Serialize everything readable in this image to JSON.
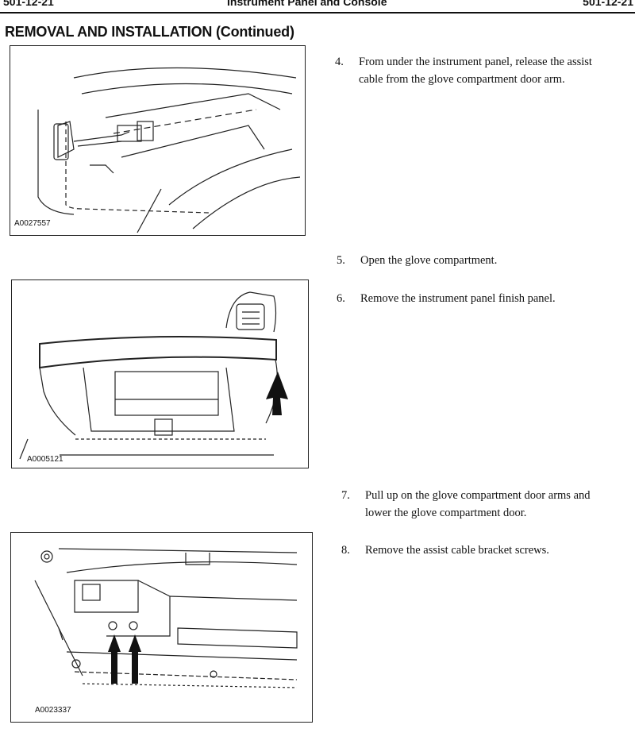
{
  "header": {
    "left_code": "501-12-21",
    "title": "Instrument Panel and Console",
    "right_code": "501-12-21"
  },
  "section_title": "REMOVAL AND INSTALLATION (Continued)",
  "figures": [
    {
      "id": "A0027557",
      "icon": "glove-compartment-assist-cable-illustration"
    },
    {
      "id": "A0005121",
      "icon": "instrument-panel-finish-panel-illustration"
    },
    {
      "id": "A0023337",
      "icon": "assist-cable-bracket-screws-illustration"
    }
  ],
  "steps": [
    {
      "num": "4.",
      "lines": [
        "From under the instrument panel, release the assist",
        "cable from the glove compartment door arm."
      ]
    },
    {
      "num": "5.",
      "lines": [
        "Open the glove compartment."
      ]
    },
    {
      "num": "6.",
      "lines": [
        "Remove the instrument panel finish panel."
      ]
    },
    {
      "num": "7.",
      "lines": [
        "Pull up on the glove compartment door arms and",
        "lower the glove compartment door."
      ]
    },
    {
      "num": "8.",
      "lines": [
        "Remove the assist cable bracket screws."
      ]
    }
  ]
}
